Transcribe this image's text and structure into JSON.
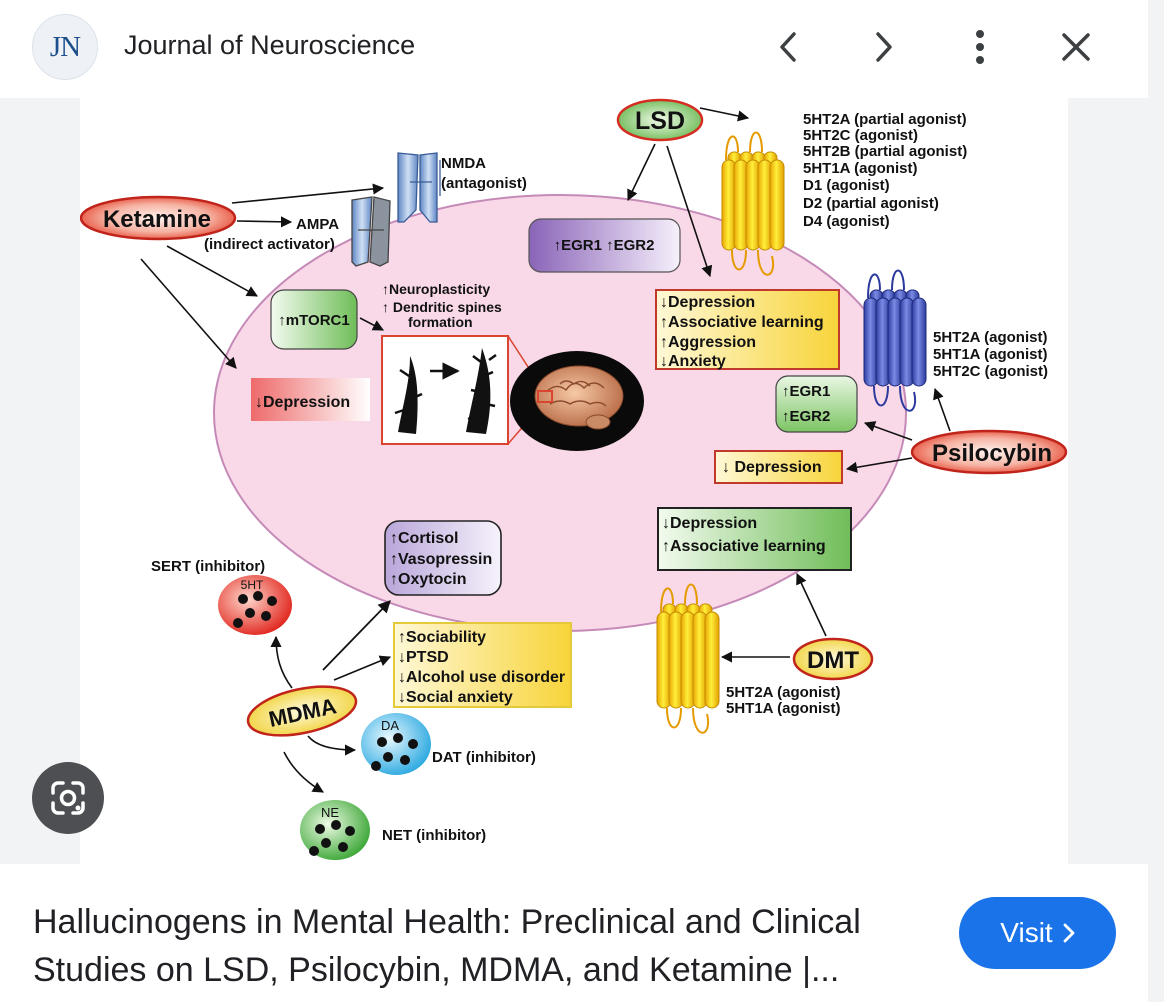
{
  "header": {
    "logo_text": "JN",
    "source_title": "Journal of Neuroscience",
    "icons": {
      "prev": "chevron-left-icon",
      "next": "chevron-right-icon",
      "more": "more-vert-icon",
      "close": "close-icon"
    }
  },
  "figure": {
    "lsd": {
      "label": "LSD",
      "receptors": [
        "5HT2A (partial agonist)",
        "5HT2C (agonist)",
        "5HT2B  (partial agonist)",
        "5HT1A (agonist)",
        "D1 (agonist)",
        "D2 (partial agonist)",
        "D4 (agonist)"
      ],
      "egr": "↑EGR1  ↑EGR2",
      "effects": [
        "↓Depression",
        "↑Associative learning",
        "↑Aggression",
        "↓Anxiety"
      ]
    },
    "ketamine": {
      "label": "Ketamine",
      "nmda_name": "NMDA",
      "nmda_role": "(antagonist)",
      "ampa_name": "AMPA",
      "ampa_role": "(indirect activator)",
      "mtorc": "↑mTORC1",
      "neuro1": "↑Neuroplasticity",
      "neuro2": "↑ Dendritic spines",
      "neuro3": "formation",
      "depression": "↓Depression"
    },
    "psilocybin": {
      "label": "Psilocybin",
      "receptors": [
        "5HT2A (agonist)",
        "5HT1A (agonist)",
        "5HT2C (agonist)"
      ],
      "egr1": "↑EGR1",
      "egr2": "↑EGR2",
      "depression": "↓ Depression"
    },
    "dmt": {
      "label": "DMT",
      "receptors": [
        "5HT2A (agonist)",
        "5HT1A (agonist)"
      ],
      "effects": [
        "↓Depression",
        "↑Associative learning"
      ]
    },
    "mdma": {
      "label": "MDMA",
      "hormones": [
        "↑Cortisol",
        "↑Vasopressin",
        "↑Oxytocin"
      ],
      "effects": [
        "↑Sociability",
        "↓PTSD",
        "↓Alcohol use disorder",
        "↓Social anxiety"
      ],
      "sert": "SERT (inhibitor)",
      "sert_tag": "5HT",
      "dat": "DAT (inhibitor)",
      "dat_tag": "DA",
      "net": "NET (inhibitor)",
      "net_tag": "NE"
    }
  },
  "lens": {
    "icon": "google-lens-icon"
  },
  "caption": "Hallucinogens in Mental Health: Preclinical and Clinical Studies on LSD, Psilocybin, MDMA, and Ketamine |...",
  "visit": {
    "label": "Visit",
    "icon": "chevron-right-icon"
  },
  "colors": {
    "accent": "#1a73e8",
    "cell": "#f9d9e8",
    "receptor_yellow": "#f5d400",
    "receptor_blue": "#4a5ec4",
    "effect_box": "#fbf09a"
  }
}
